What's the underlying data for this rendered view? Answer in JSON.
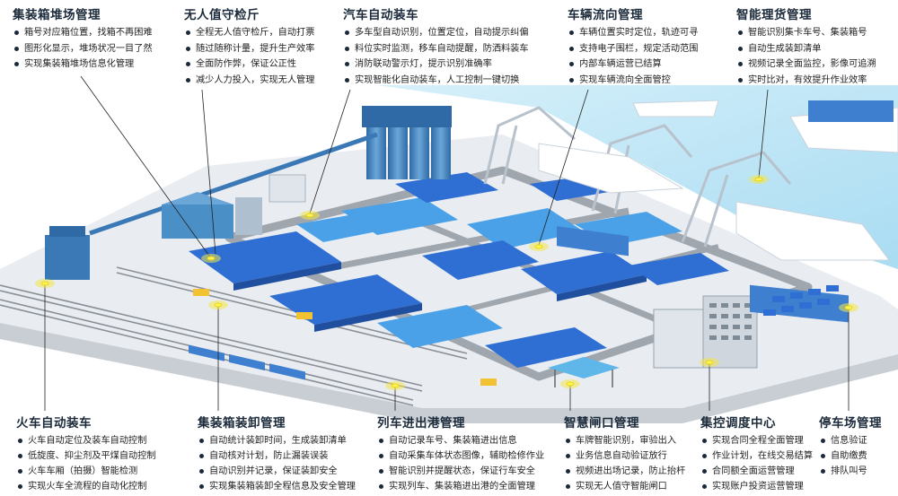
{
  "panels": {
    "yard": {
      "title": "集装箱堆场管理",
      "items": [
        "箱号对应箱位置，找箱不再困难",
        "图形化显示，堆场状况一目了然",
        "实现集装箱堆场信息化管理"
      ]
    },
    "unmanned": {
      "title": "无人值守检斤",
      "items": [
        "全程无人值守检斤，自动打票",
        "随过随称计量，提升生产效率",
        "全面防作弊，保证公正性",
        "减少人力投入，实现无人管理"
      ]
    },
    "truck_load": {
      "title": "汽车自动装车",
      "items": [
        "多车型自动识别，位置定位，自动提示纠偏",
        "料位实时监测，移车自动提醒，防洒料装车",
        "消防联动警示灯，提示识别准确率",
        "实现智能化自动装车，人工控制一键切换"
      ]
    },
    "flow": {
      "title": "车辆流向管理",
      "items": [
        "车辆位置实时定位，轨迹可寻",
        "支持电子围栏，规定活动范围",
        "内部车辆运营已结算",
        "实现车辆流向全面管控"
      ]
    },
    "cargo": {
      "title": "智能理货管理",
      "items": [
        "智能识别集卡车号、集装箱号",
        "自动生成装卸清单",
        "视频记录全面监控，影像可追溯",
        "实时比对，有效提升作业效率"
      ]
    },
    "train_load": {
      "title": "火车自动装车",
      "items": [
        "火车自动定位及装车自动控制",
        "低旋度、抑尘剂及平煤自动控制",
        "火车车厢（拍摄）智能检测",
        "实现火车全流程的自动化控制"
      ]
    },
    "container_ops": {
      "title": "集装箱装卸管理",
      "items": [
        "自动统计装卸时间，生成装卸清单",
        "自动核对计划，防止漏装误装",
        "自动识别并记录，保证装卸安全",
        "实现集装箱装卸全程信息及安全管理"
      ]
    },
    "rail_port": {
      "title": "列车进出港管理",
      "items": [
        "自动记录车号、集装箱进出信息",
        "自动采集车体状态图像，辅助检修作业",
        "智能识别并提醒状态，保证行车安全",
        "实现列车、集装箱进出港的全面管理"
      ]
    },
    "gate": {
      "title": "智慧闸口管理",
      "items": [
        "车牌智能识别，审验出入",
        "业务信息自动验证放行",
        "视频进出场记录，防止抬杆",
        "实现无人值守智能闸口"
      ]
    },
    "control": {
      "title": "集控调度中心",
      "items": [
        "实现合同全程全面管理",
        "作业计划，在线交易结算",
        "合同额全面运营管理",
        "实现账户投资运营管理"
      ]
    },
    "parking": {
      "title": "停车场管理",
      "items": [
        "信息验证",
        "自助缴费",
        "排队叫号"
      ]
    }
  },
  "colors": {
    "ground": "#e9edf2",
    "sea": "#bfe6f5",
    "road": "#9fa6ad",
    "container": "#2f6fd3",
    "container_light": "#4aa1e8",
    "building": "#4b8fc7",
    "glow": "#f4e64a"
  }
}
